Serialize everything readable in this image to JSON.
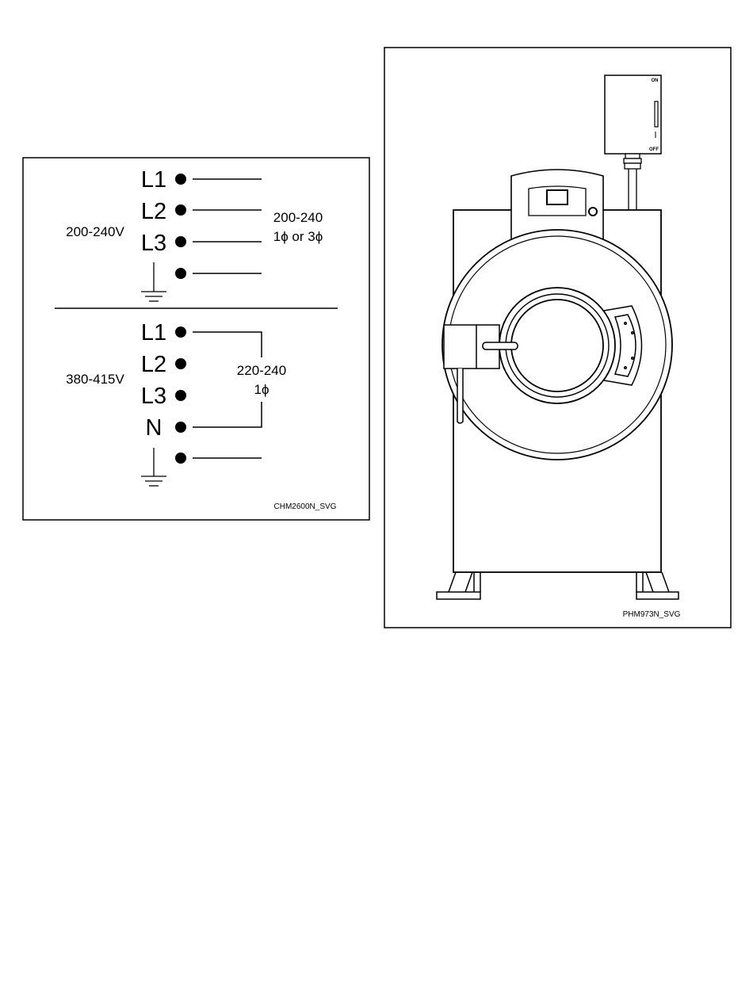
{
  "wiring": {
    "top_section": {
      "supply_label": "200-240V",
      "terminals": [
        "L1",
        "L2",
        "L3"
      ],
      "output_line1": "200-240",
      "output_line2": "1ϕ or 3ϕ"
    },
    "bottom_section": {
      "supply_label": "380-415V",
      "terminals": [
        "L1",
        "L2",
        "L3",
        "N"
      ],
      "output_line1": "220-240",
      "output_line2": "1ϕ"
    },
    "figure_code": "CHM2600N_SVG"
  },
  "machine": {
    "switch_on_label": "ON",
    "switch_off_label": "OFF",
    "figure_code": "PHM973N_SVG"
  }
}
